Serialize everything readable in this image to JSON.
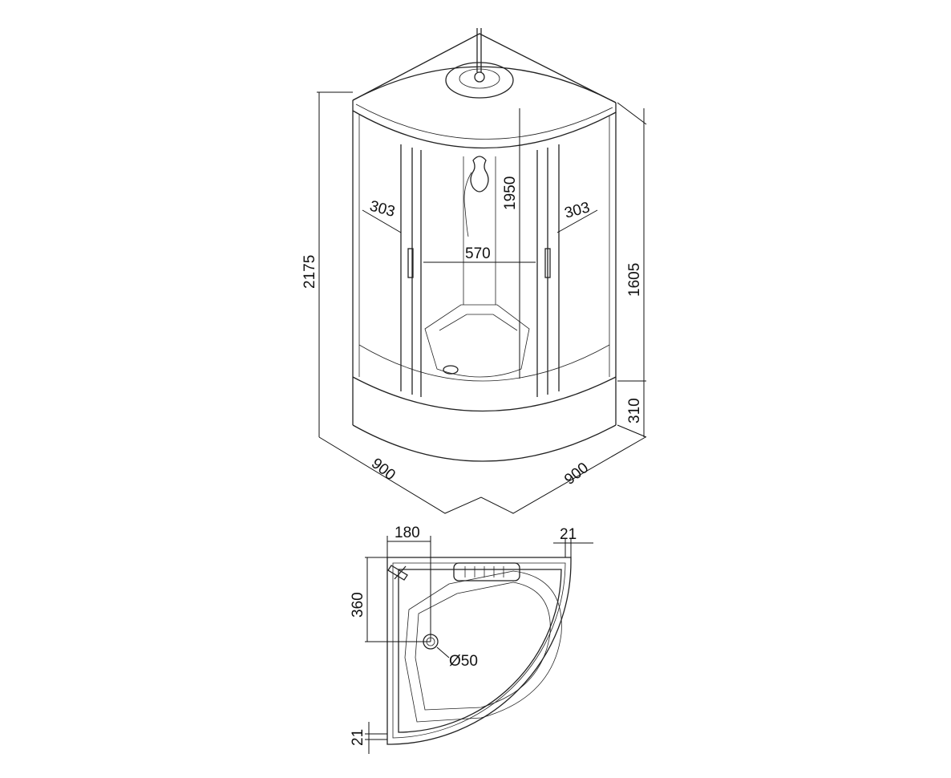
{
  "drawing": {
    "title": "Shower cabin dimension drawing",
    "front_view": {
      "total_height": "2175",
      "inner_height": "1950",
      "door_width_left": "303",
      "door_width_right": "303",
      "inner_width": "570",
      "glass_height": "1605",
      "tray_height": "310",
      "depth_left": "900",
      "depth_right": "900"
    },
    "plan_view": {
      "drain_offset_x": "180",
      "drain_offset_y": "360",
      "drain_diameter": "Ø50",
      "frame_top": "21",
      "frame_bottom": "21"
    }
  }
}
